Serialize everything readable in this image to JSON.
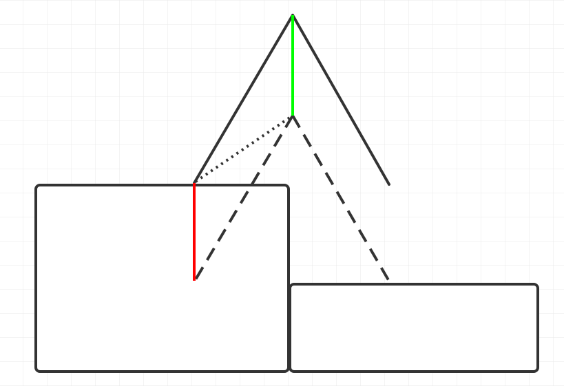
{
  "diagram": {
    "background_color": "#ffffff",
    "grid_color": "#e8e8e8",
    "stroke_color": "#333333",
    "highlight_colors": {
      "vertical_segment_a": "#00ff00",
      "vertical_segment_b": "#ff0000"
    },
    "shapes": [
      {
        "id": "left-box",
        "kind": "rounded-rectangle"
      },
      {
        "id": "right-box",
        "kind": "rounded-rectangle"
      }
    ],
    "lines": [
      {
        "id": "apex-left-edge",
        "style": "solid",
        "color": "#333333"
      },
      {
        "id": "apex-right-edge",
        "style": "solid",
        "color": "#333333"
      },
      {
        "id": "apex-vertical",
        "style": "solid",
        "color": "#00ff00"
      },
      {
        "id": "left-vertical",
        "style": "solid",
        "color": "#ff0000"
      },
      {
        "id": "dotted-connector",
        "style": "dotted",
        "color": "#333333"
      },
      {
        "id": "dashed-left",
        "style": "dashed",
        "color": "#333333"
      },
      {
        "id": "dashed-right",
        "style": "dashed",
        "color": "#333333"
      }
    ]
  }
}
